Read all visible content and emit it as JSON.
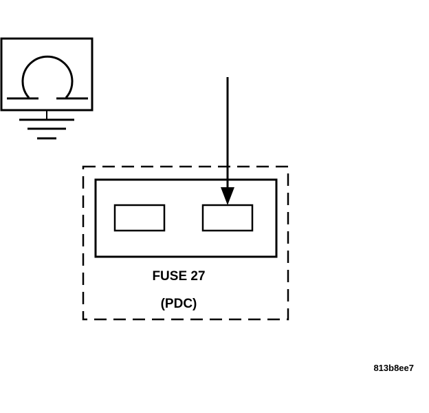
{
  "meter": {
    "symbol": "Ω"
  },
  "fuse": {
    "name": "FUSE 27",
    "location": "(PDC)"
  },
  "figure_id": "813b8ee7",
  "colors": {
    "line": "#000000",
    "background": "#ffffff"
  }
}
